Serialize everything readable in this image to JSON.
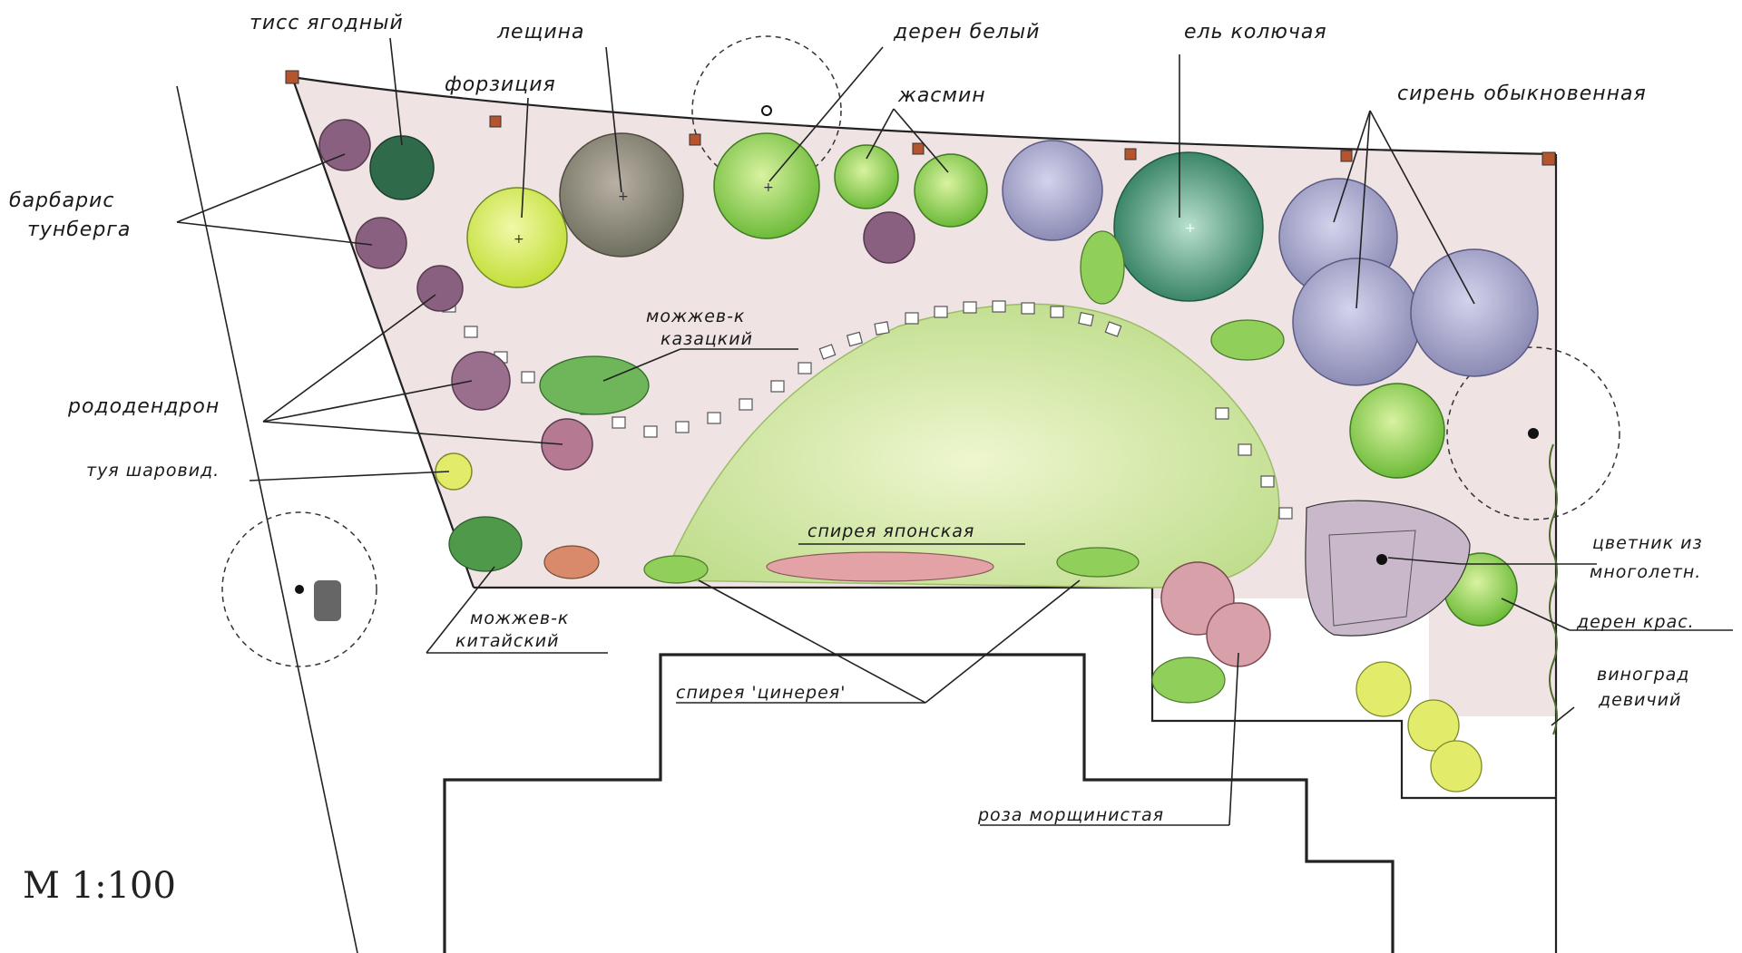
{
  "scale": "М 1:100",
  "labels": {
    "tiss": "тисс ягодный",
    "leshchina": "лещина",
    "forzitsia": "форзиция",
    "deren_bely": "дерен белый",
    "zhasmin": "жасмин",
    "el": "ель колючая",
    "siren": "сирень обыкновенная",
    "barbaris": "барбарис",
    "tunberga": "тунберга",
    "mozh_kaz_1": "можжев-к",
    "mozh_kaz_2": "казацкий",
    "rododendron": "рододендрон",
    "tuya": "туя шаровид.",
    "spireya_yap": "спирея японская",
    "tsvetnik_1": "цветник из",
    "tsvetnik_2": "многолетн.",
    "deren_kras": "дерен крас.",
    "vinograd_1": "виноград",
    "vinograd_2": "девичий",
    "mozh_kit_1": "можжев-к",
    "mozh_kit_2": "китайский",
    "spireya_tsin": "спирея 'цинерея'",
    "roza": "роза морщинистая"
  },
  "colors": {
    "paper": "#ffffff",
    "ink": "#222222",
    "lawn": "#cfe6a0",
    "lawn_light": "#e6f2c4",
    "path": "#e8d9d9",
    "yellow_green_shrub": "#d6ec5a",
    "green_shrub": "#9fd65a",
    "dark_conifer": "#3f8a6a",
    "lilac": "#a7a6c8",
    "purple": "#8a5f7a",
    "hazel": "#8f8a7a",
    "rose": "#d8a0a8"
  }
}
